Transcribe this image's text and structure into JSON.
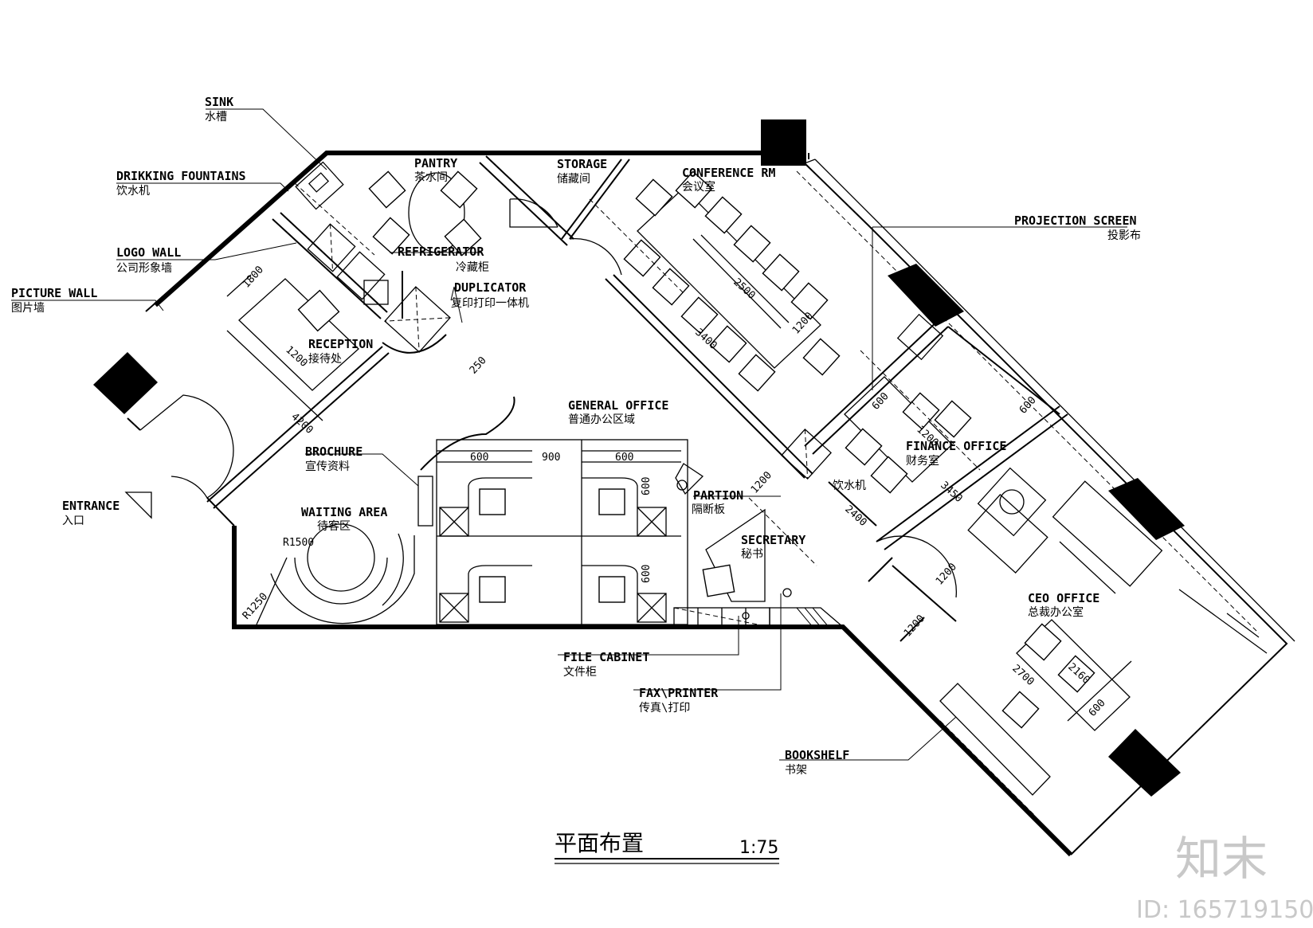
{
  "labels": {
    "sink": {
      "en": "SINK",
      "cn": "水槽"
    },
    "fountains": {
      "en": "DRIKKING FOUNTAINS",
      "cn": "饮水机"
    },
    "logo_wall": {
      "en": "LOGO WALL",
      "cn": "公司形象墙"
    },
    "picture_wall": {
      "en": "PICTURE WALL",
      "cn": "图片墙"
    },
    "entrance": {
      "en": "ENTRANCE",
      "cn": "入口"
    },
    "pantry": {
      "en": "PANTRY",
      "cn": "茶水间"
    },
    "storage": {
      "en": "STORAGE",
      "cn": "储藏间"
    },
    "conference": {
      "en": "CONFERENCE RM",
      "cn": "会议室"
    },
    "projection": {
      "en": "PROJECTION SCREEN",
      "cn": "投影布"
    },
    "refrigerator": {
      "en": "REFRIGERATOR",
      "cn": "冷藏柜"
    },
    "duplicator": {
      "en": "DUPLICATOR",
      "cn": "复印打印一体机"
    },
    "reception": {
      "en": "RECEPTION",
      "cn": "接待处"
    },
    "general_office": {
      "en": "GENERAL OFFICE",
      "cn": "普通办公区域"
    },
    "finance": {
      "en": "FINANCE OFFICE",
      "cn": "财务室"
    },
    "water_dispenser": {
      "cn": "饮水机"
    },
    "brochure": {
      "en": "BROCHURE",
      "cn": "宣传资料"
    },
    "partion": {
      "en": "PARTION",
      "cn": "隔断板"
    },
    "secretary": {
      "en": "SECRETARY",
      "cn": "秘书"
    },
    "waiting": {
      "en": "WAITING AREA",
      "cn": "待客区"
    },
    "ceo": {
      "en": "CEO OFFICE",
      "cn": "总裁办公室"
    },
    "file_cabinet": {
      "en": "FILE CABINET",
      "cn": "文件柜"
    },
    "fax": {
      "en": "FAX\\PRINTER",
      "cn": "传真\\打印"
    },
    "bookshelf": {
      "en": "BOOKSHELF",
      "cn": "书架"
    }
  },
  "dimensions": {
    "d600a": "600",
    "d900": "900",
    "d600b": "600",
    "d600c": "600",
    "d600d": "600",
    "d1200a": "1200",
    "d4200": "4200",
    "d2500": "2500",
    "d3400": "3400",
    "d1200b": "1200",
    "d600e": "600",
    "d1200c": "1200",
    "d3450": "3450",
    "d2400": "2400",
    "d1200d": "1200",
    "d1200e": "1200",
    "d1200f": "1200",
    "d2700": "2700",
    "d2160": "2160",
    "d600f": "600",
    "r1500": "R1500",
    "r1250": "R1250",
    "d1800": "1800",
    "d250": "250",
    "d600g": "600"
  },
  "title": {
    "text": "平面布置",
    "scale": "1:75"
  },
  "watermark": {
    "brand": "知末",
    "id": "ID: 165719150"
  }
}
